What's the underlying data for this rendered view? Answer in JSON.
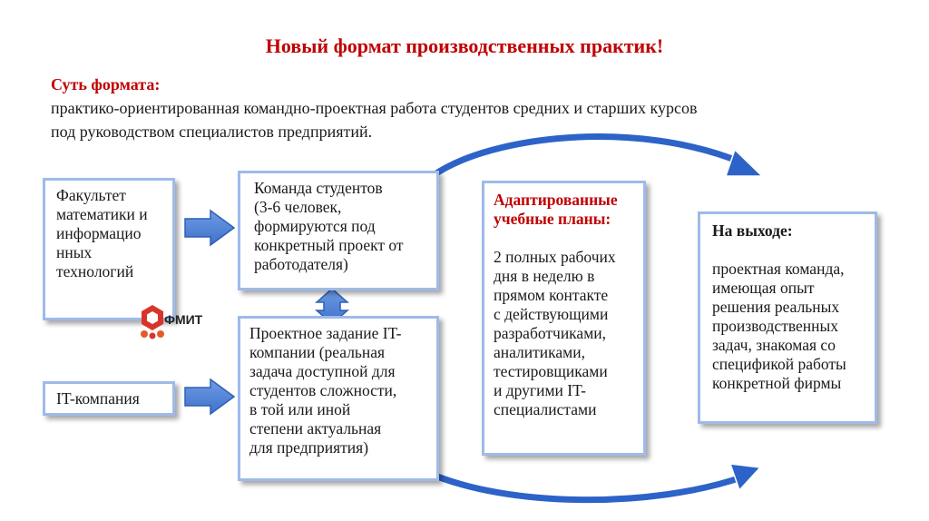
{
  "title": "Новый формат производственных практик!",
  "subtitle": "Суть формата:",
  "description_line1": "практико-ориентированная командно-проектная  работа студентов средних и старших курсов",
  "description_line2": "под руководством специалистов предприятий.",
  "faculty_box": {
    "lines": [
      "Факультет",
      "математики и",
      "информацио",
      "нных",
      "технологий"
    ]
  },
  "logo_text": "ФМИТ",
  "it_company_box": {
    "label": "IT-компания"
  },
  "team_box": {
    "lines": [
      "Команда студентов",
      "(3-6 человек,",
      "формируются  под",
      "конкретный проект от",
      "работодателя)"
    ]
  },
  "task_box": {
    "lines": [
      "Проектное задание IT-",
      "компании (реальная",
      "задача доступной для",
      "студентов сложности,",
      "в той или иной",
      "степени актуальная",
      "для предприятия)"
    ]
  },
  "plans_box": {
    "heading_lines": [
      "Адаптированные",
      "учебные планы:"
    ],
    "lines": [
      "2 полных рабочих",
      "дня в неделю в",
      "прямом контакте",
      "с действующими",
      "разработчиками,",
      "аналитиками,",
      "тестировщиками",
      "и другими IT-",
      "специалистами"
    ]
  },
  "output_box": {
    "heading": "На выходе:",
    "lines": [
      "проектная команда,",
      "имеющая опыт",
      "решения реальных",
      "производственных",
      "задач, знакомая со",
      "спецификой работы",
      "конкретной фирмы"
    ]
  },
  "colors": {
    "title_red": "#c00000",
    "box_border": "#9fbaea",
    "arrow_fill": "#4f81d2",
    "arc_color": "#2d63c8"
  }
}
